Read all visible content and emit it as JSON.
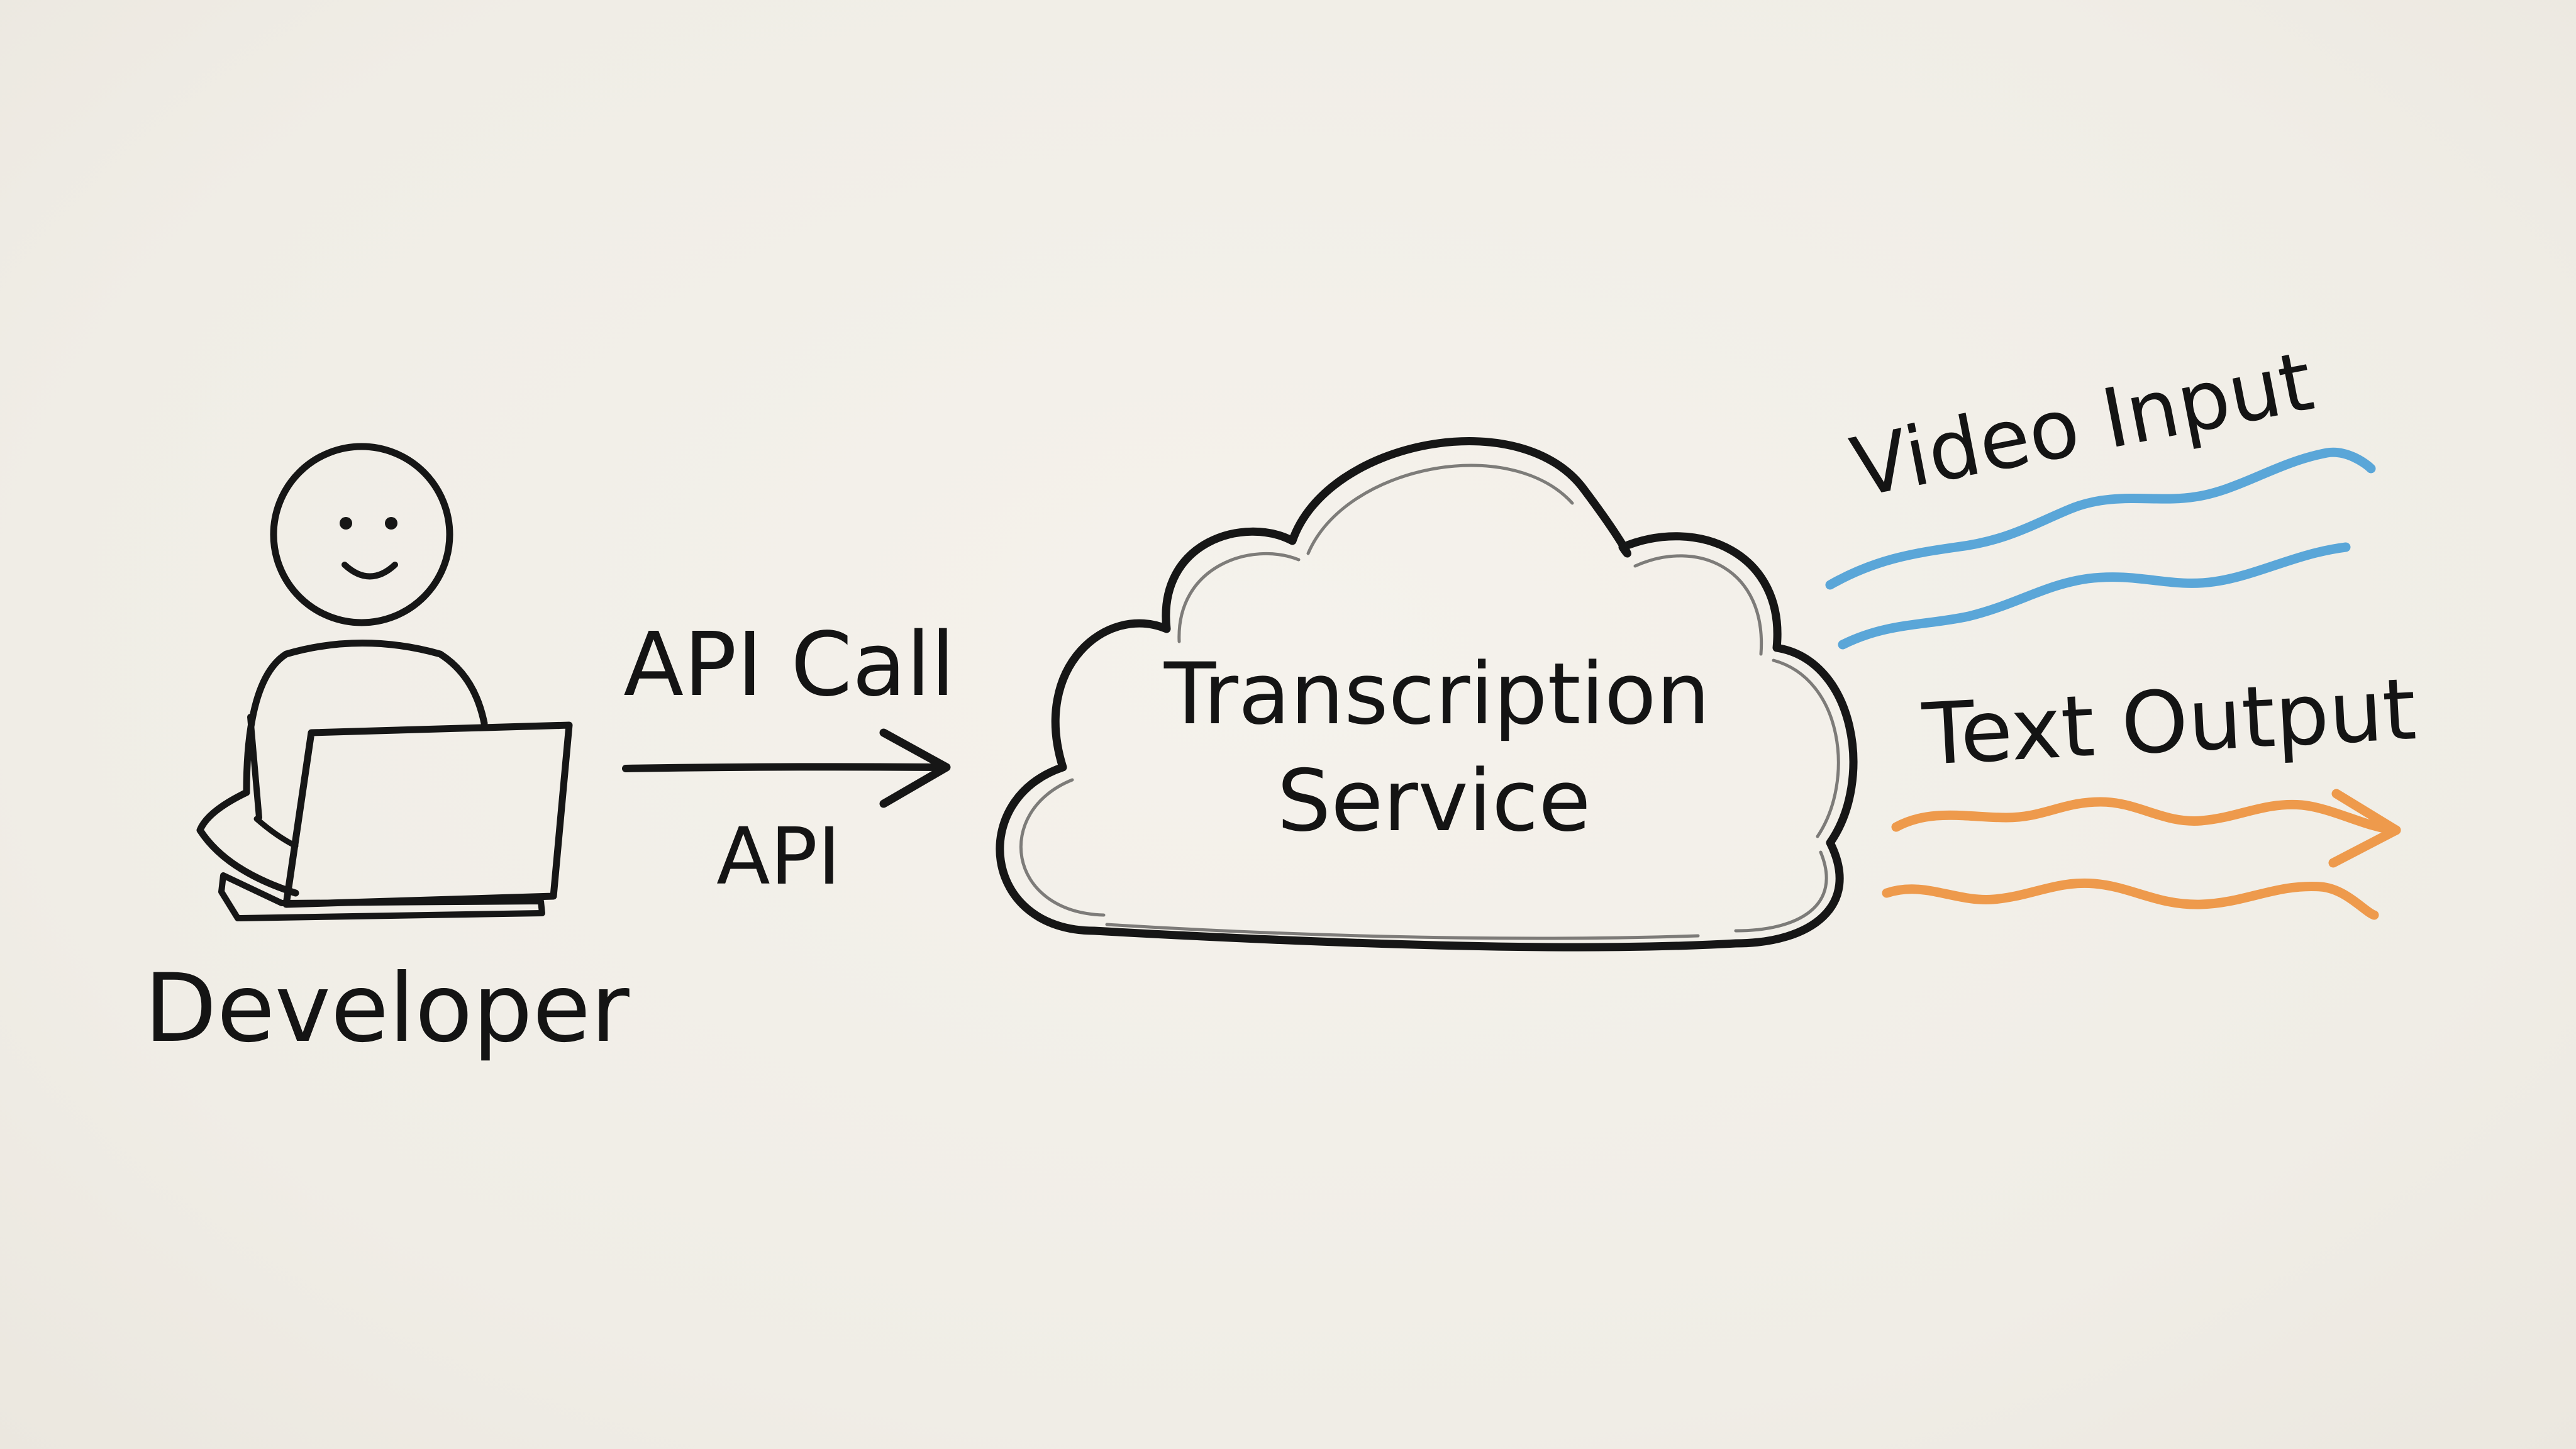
{
  "labels": {
    "developer": "Developer",
    "api_call": "API Call",
    "api": "API",
    "service_line1": "Transcription",
    "service_line2": "Service",
    "video_input": "Video Input",
    "text_output": "Text Output"
  },
  "colors": {
    "background": "#f2efe8",
    "ink": "#161616",
    "video_wave": "#5aa6d8",
    "text_wave": "#ee9a4c"
  },
  "icons": {
    "developer": "person-with-laptop-icon",
    "service": "cloud-icon"
  }
}
